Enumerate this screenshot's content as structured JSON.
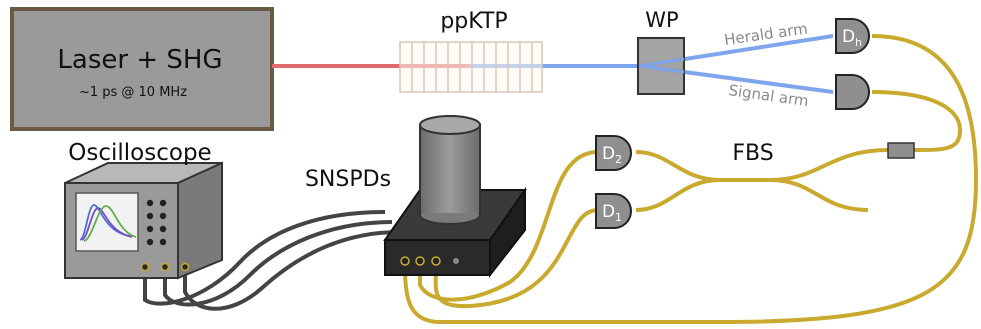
{
  "laser": {
    "title": "Laser + SHG",
    "subtitle": "~1 ps @ 10 MHz"
  },
  "crystal": {
    "label": "ppKTP"
  },
  "waveplate": {
    "label": "WP"
  },
  "arms": {
    "herald": "Herald arm",
    "signal": "Signal arm"
  },
  "detectors": {
    "herald_main": "D",
    "herald_sub": "h",
    "d1_main": "D",
    "d1_sub": "1",
    "d2_main": "D",
    "d2_sub": "2"
  },
  "fbs": {
    "label": "FBS"
  },
  "scope": {
    "label": "Oscilloscope"
  },
  "snspd": {
    "label": "SNSPDs"
  },
  "colors": {
    "pump": "#e06a6e",
    "photon": "#7ea5ee",
    "fiber": "#c9a92e",
    "cable": "#444444"
  }
}
